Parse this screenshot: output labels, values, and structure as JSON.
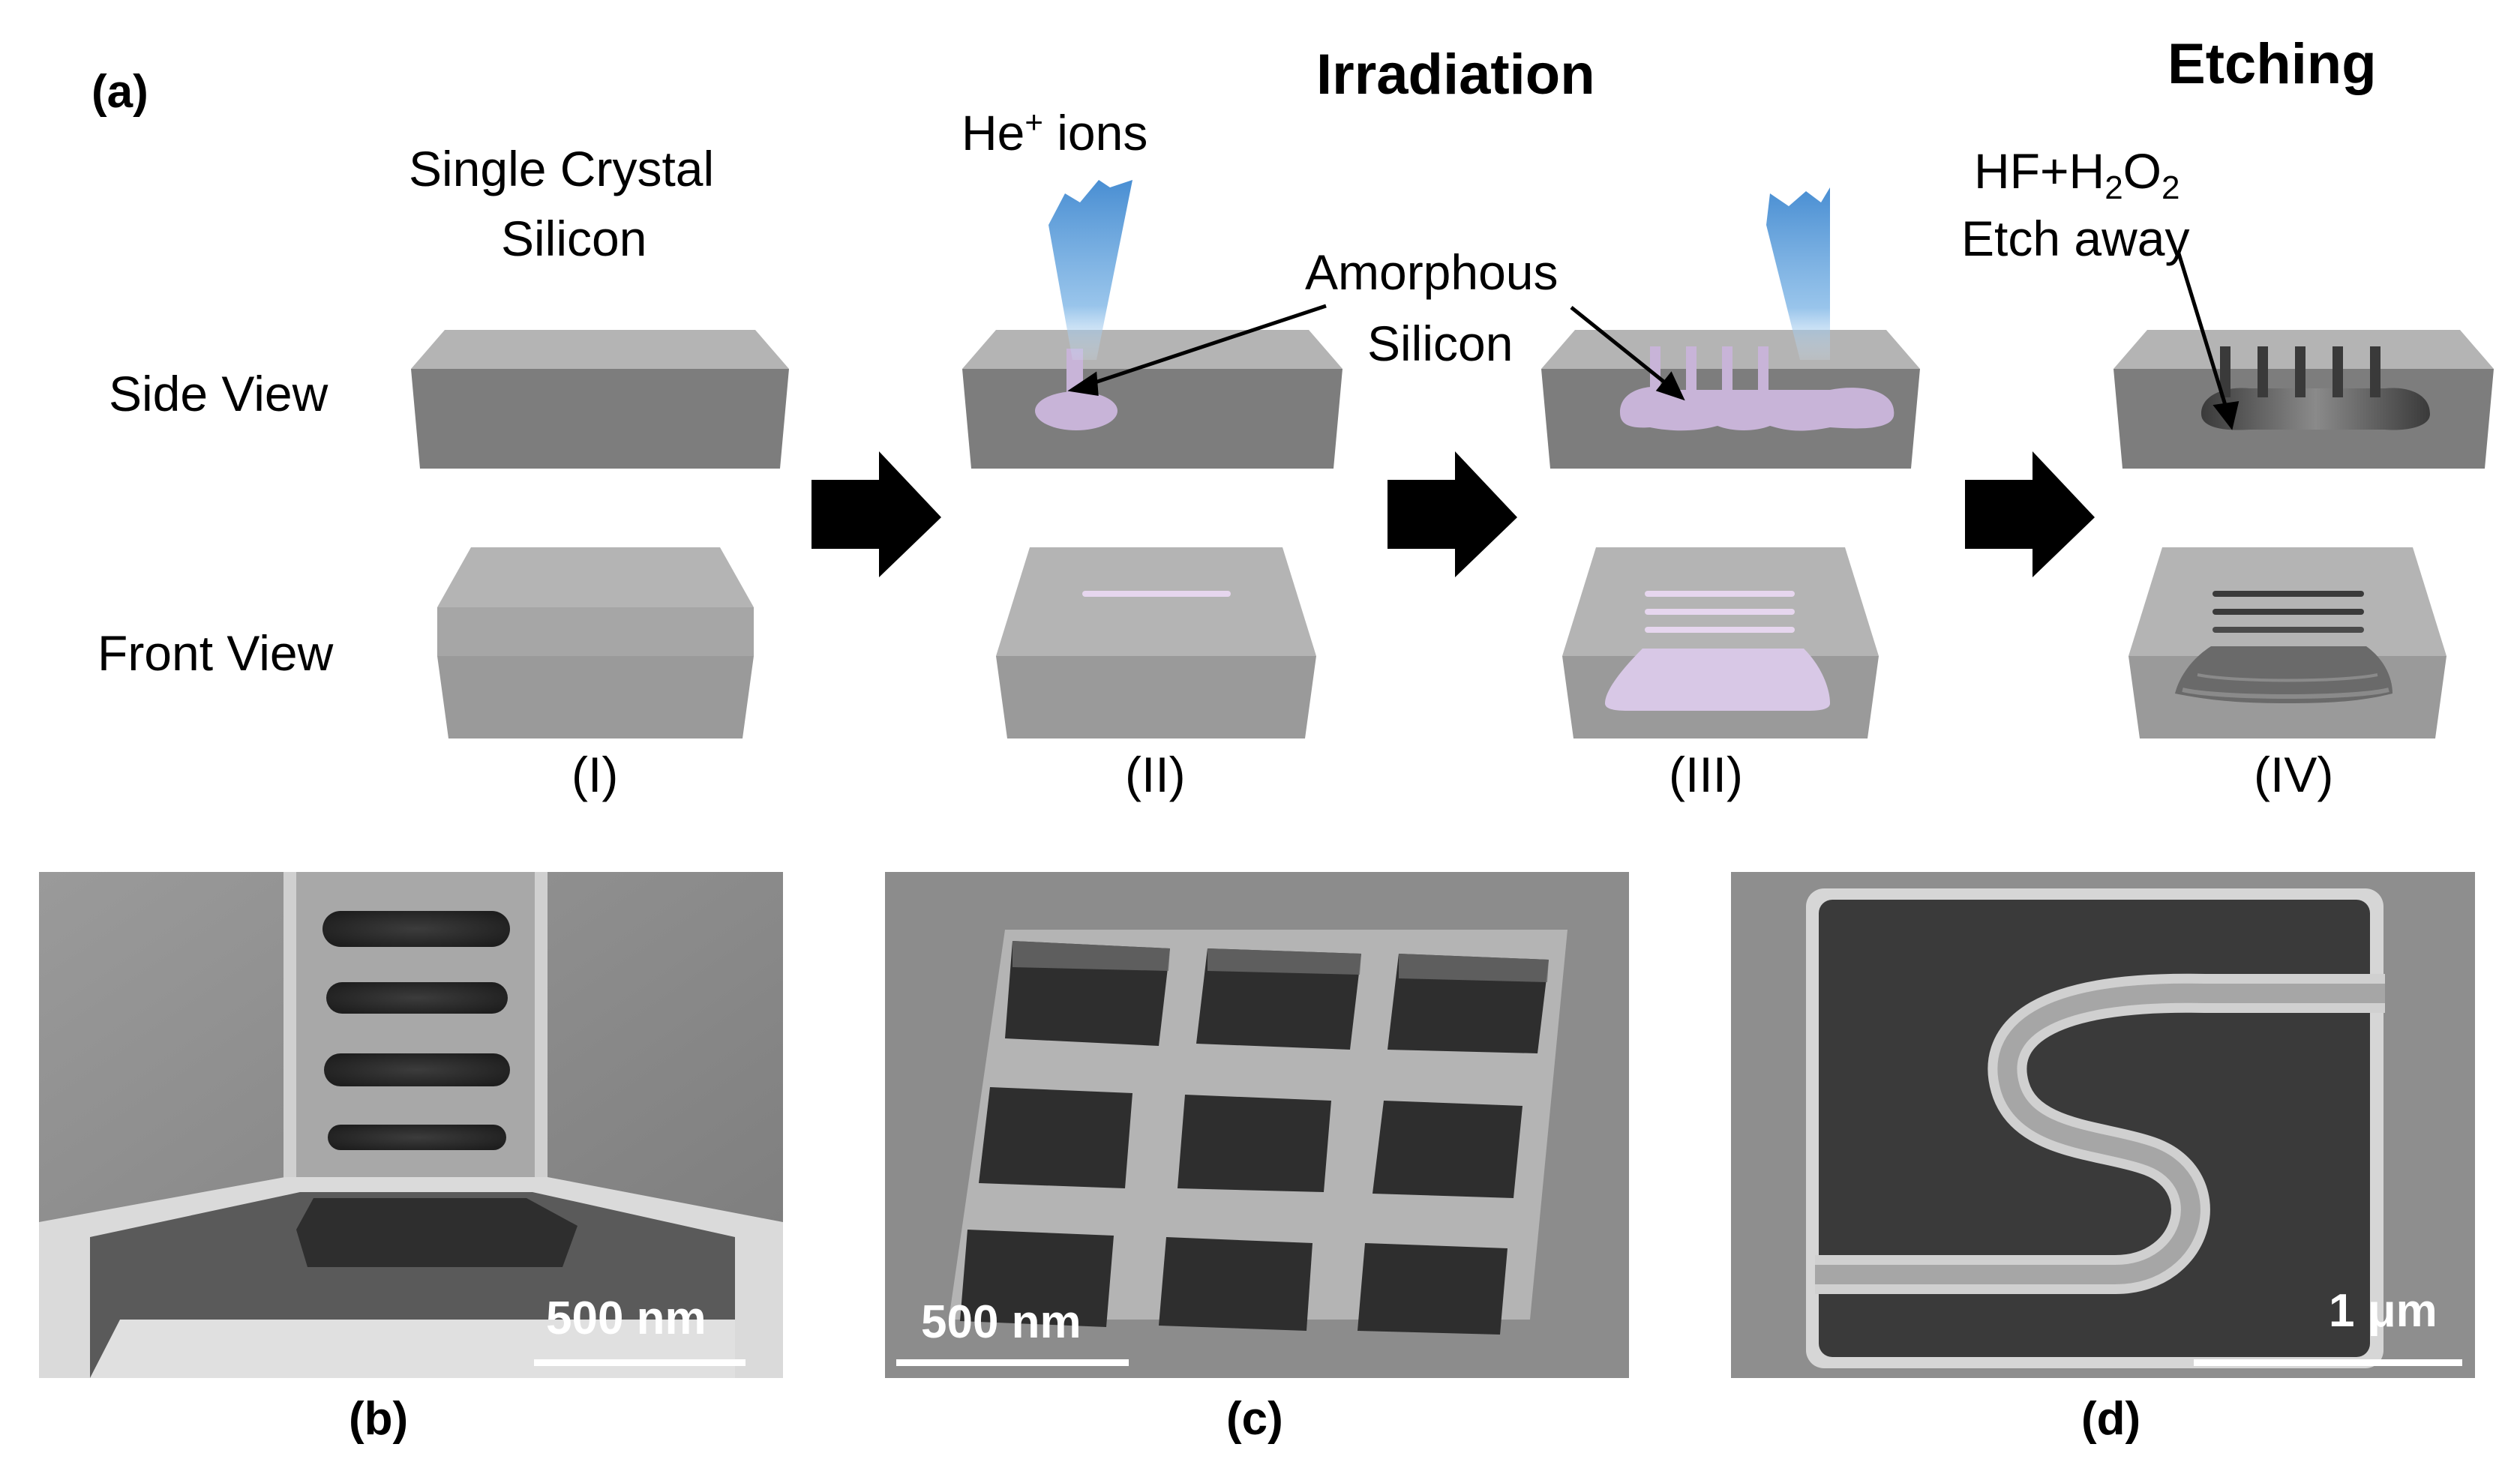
{
  "panel_a": {
    "letter": "(a)",
    "headers": {
      "irradiation": "Irradiation",
      "etching": "Etching"
    },
    "row_labels": {
      "side_view": "Side View",
      "front_view": "Front View"
    },
    "stage1": {
      "line1": "Single Crystal",
      "line2": "Silicon",
      "roman": "(I)"
    },
    "stage2": {
      "ion_prefix": "He",
      "ion_sup": "+",
      "ion_suffix": " ions",
      "roman": "(II)"
    },
    "amorphous": {
      "line1": "Amorphous",
      "line2": "Silicon"
    },
    "stage3": {
      "roman": "(III)"
    },
    "stage4": {
      "formula_parts": [
        "HF+H",
        "2",
        "O",
        "2"
      ],
      "line2": "Etch away",
      "roman": "(IV)"
    }
  },
  "micrographs": [
    {
      "letter": "(b)",
      "scale": "500 nm"
    },
    {
      "letter": "(c)",
      "scale": "500 nm"
    },
    {
      "letter": "(d)",
      "scale": "1 μm"
    }
  ],
  "colors": {
    "block_top": "#b4b4b4",
    "block_side": "#7d7d7d",
    "block_front": "#a4a4a4",
    "block_front_low": "#989898",
    "amorphous": "#c8b4d8",
    "ion_beam": "#5f9fd8",
    "sem_bg": "#8a8a8a",
    "sem_dark": "#2a2a2a"
  }
}
